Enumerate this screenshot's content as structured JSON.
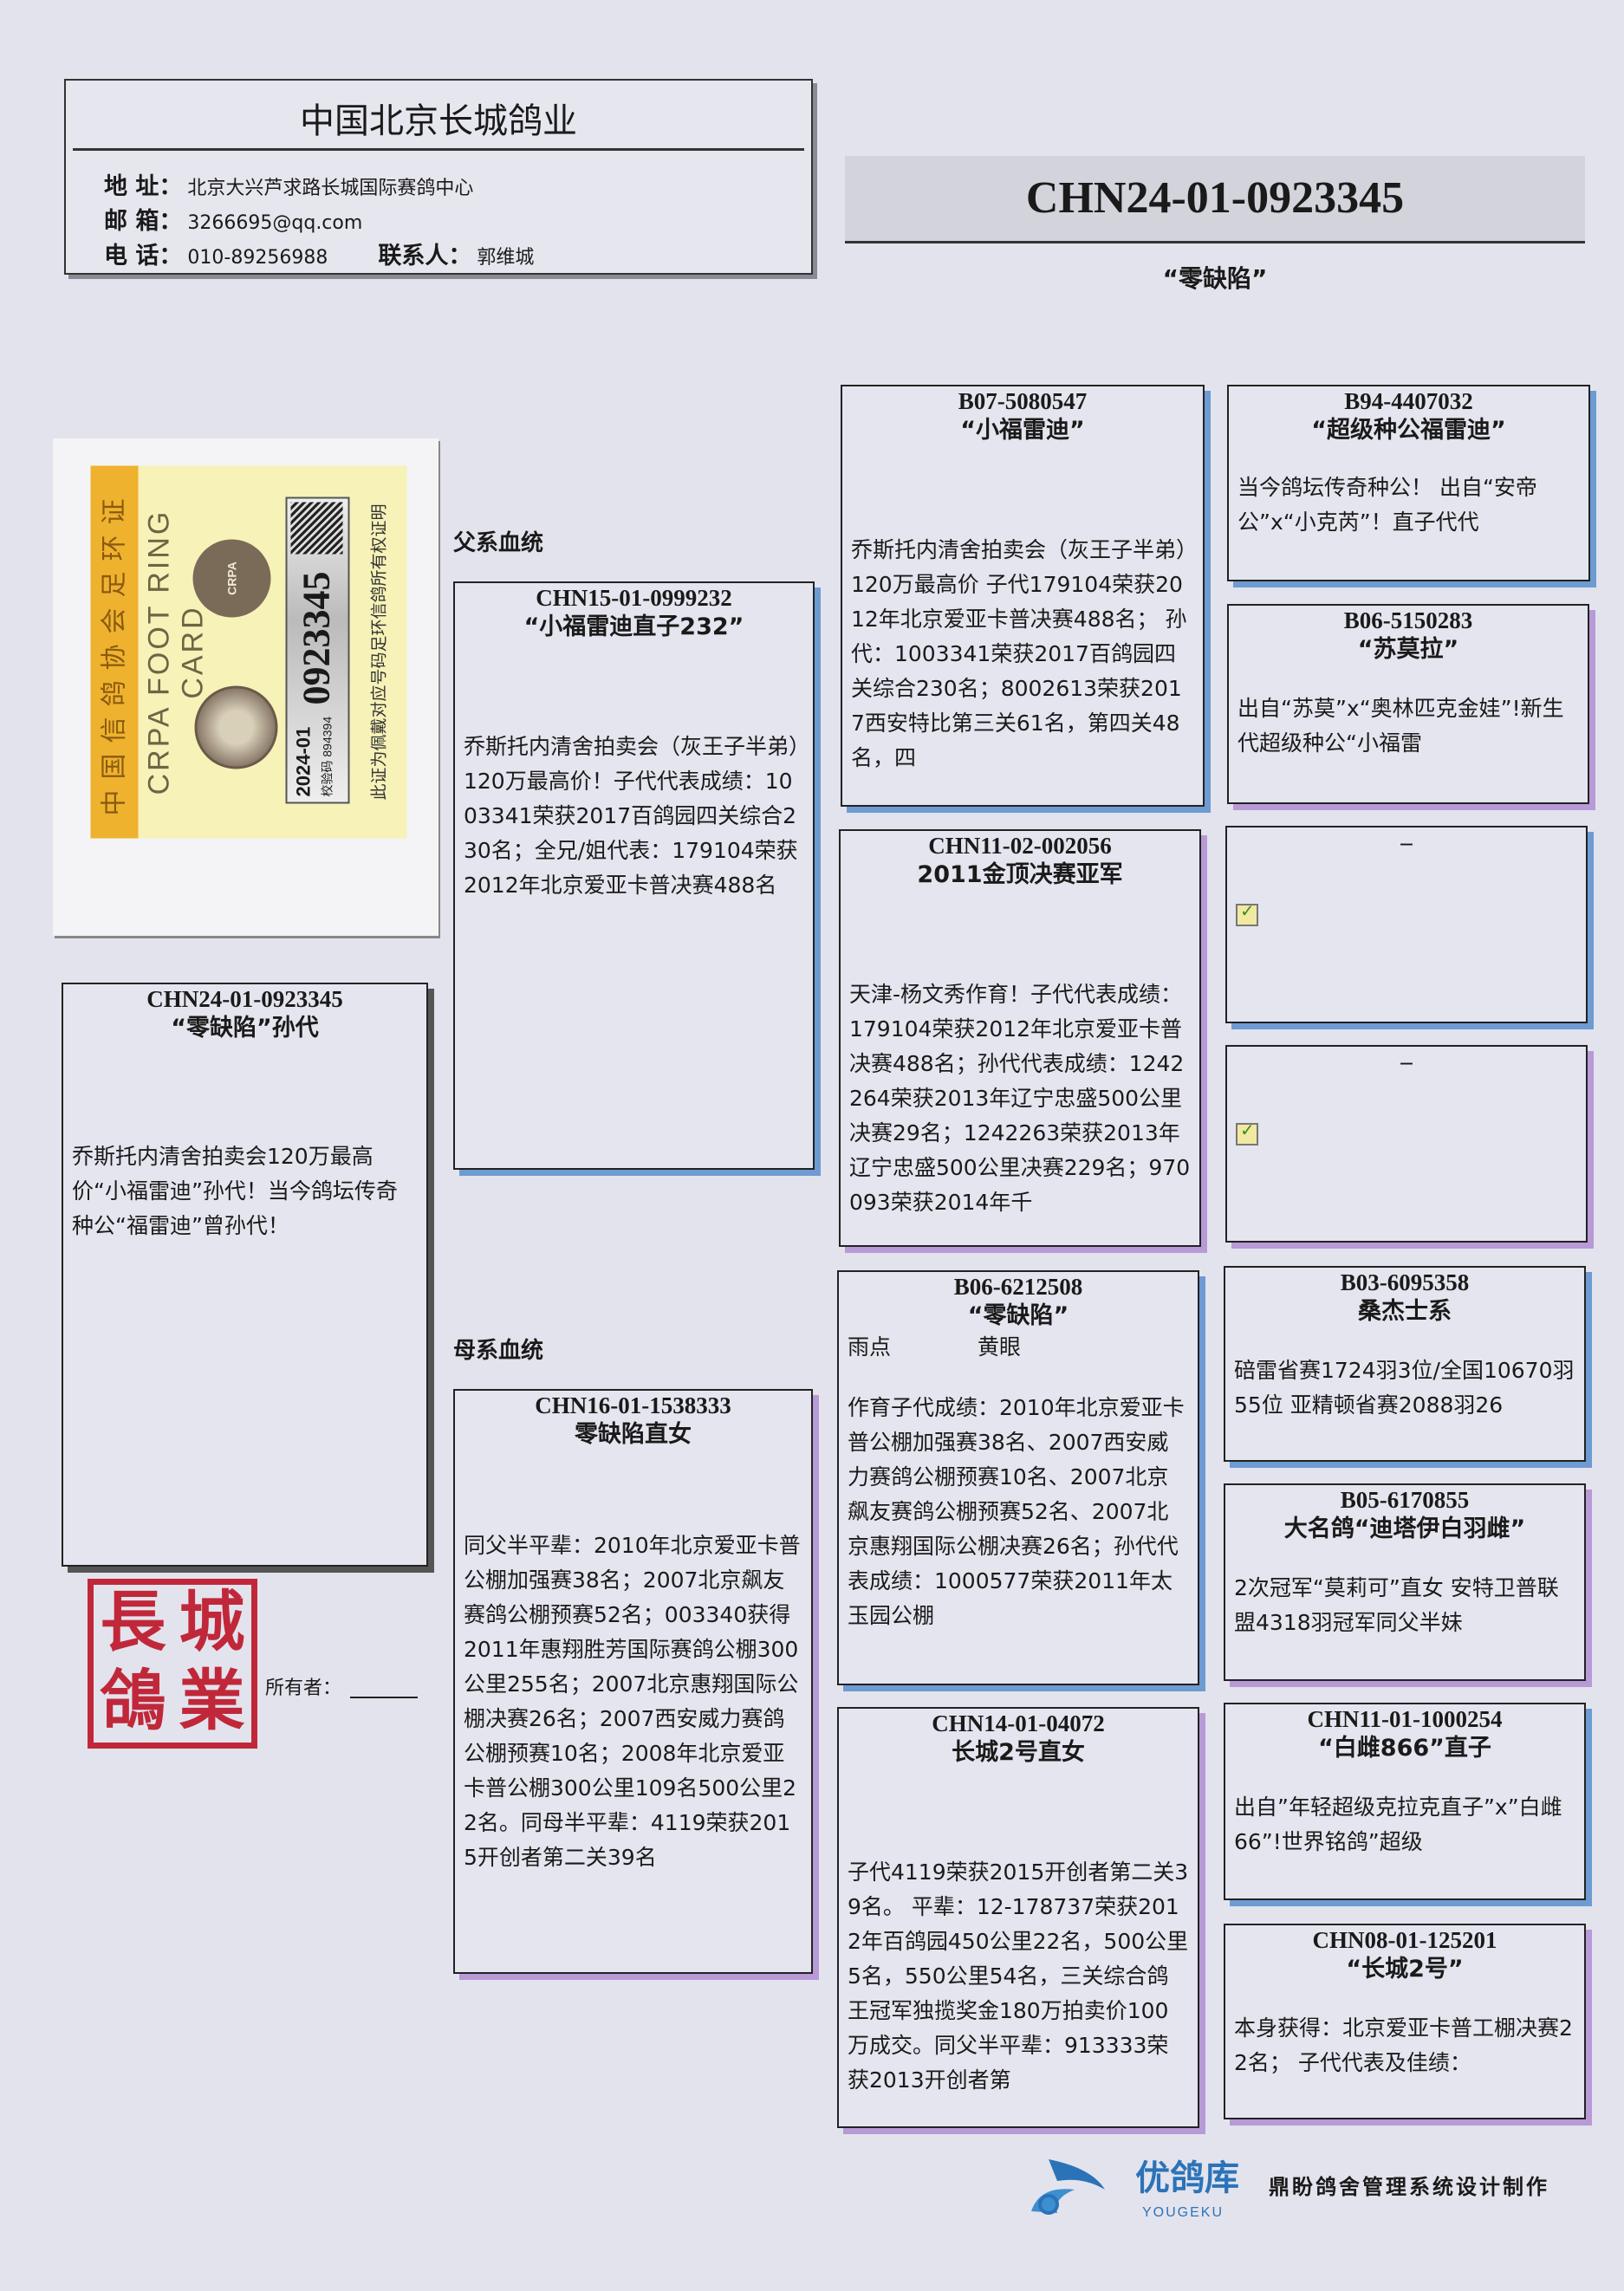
{
  "header": {
    "title": "中国北京长城鸽业",
    "address_label": "地  址：",
    "address": "北京大兴芦求路长城国际赛鸽中心",
    "email_label": "邮  箱：",
    "email": "3266695@qq.com",
    "phone_label": "电  话：",
    "phone": "010-89256988",
    "contact_label": "联系人：",
    "contact": "郭维城"
  },
  "subject": {
    "ring": "CHN24-01-0923345",
    "name": "“零缺陷”"
  },
  "ring_card": {
    "title_cn": "中国信鸽协会足环证",
    "title_en": "CRPA FOOT RING CARD",
    "logo_text": "CRPA",
    "ring_prefix": "2024-01",
    "check_code": "校验码 894394",
    "ring_number": "0923345",
    "note": "此证为佩戴对应号码足环信鸽所有权证明"
  },
  "subject_box": {
    "ring": "CHN24-01-0923345",
    "name": "“零缺陷”孙代",
    "desc": "乔斯托内清舍拍卖会120万最高价“小福雷迪”孙代！当今鸽坛传奇种公“福雷迪”曾孙代！"
  },
  "owner": {
    "stamp": "長城鴿業",
    "label": "所有者："
  },
  "sections": {
    "sire": "父系血统",
    "dam": "母系血统"
  },
  "pedigree": {
    "sire": {
      "ring": "CHN15-01-0999232",
      "name": "“小福雷迪直子232”",
      "desc": "乔斯托内清舍拍卖会（灰王子半弟）120万最高价！子代代表成绩：1003341荣获2017百鸽园四关综合230名；全兄/姐代表：179104荣获2012年北京爱亚卡普决赛488名"
    },
    "dam": {
      "ring": "CHN16-01-1538333",
      "name": "零缺陷直女",
      "desc": "同父半平辈：2010年北京爱亚卡普公棚加强赛38名；2007北京飙友赛鸽公棚预赛52名；003340获得2011年惠翔胜芳国际赛鸽公棚300公里255名；2007北京惠翔国际公棚决赛26名；2007西安威力赛鸽公棚预赛10名；2008年北京爱亚卡普公棚300公里109名500公里22名。同母半平辈：4119荣获2015开创者第二关39名"
    },
    "gen3": [
      {
        "ring": "B07-5080547",
        "name": "“小福雷迪”",
        "desc": "乔斯托内清舍拍卖会（灰王子半弟）120万最高价 子代179104荣获2012年北京爱亚卡普决赛488名； 孙代：1003341荣获2017百鸽园四关综合230名；8002613荣获2017西安特比第三关61名，第四关48名，四"
      },
      {
        "ring": "CHN11-02-002056",
        "name": "2011金顶决赛亚军",
        "desc": "天津-杨文秀作育！子代代表成绩：179104荣获2012年北京爱亚卡普决赛488名；孙代代表成绩：1242264荣获2013年辽宁忠盛500公里决赛29名；1242263荣获2013年辽宁忠盛500公里决赛229名；970093荣获2014年千"
      },
      {
        "ring": "B06-6212508",
        "name": "“零缺陷”",
        "color": "雨点",
        "eye": "黄眼",
        "desc": "作育子代成绩：2010年北京爱亚卡普公棚加强赛38名、2007西安威力赛鸽公棚预赛10名、2007北京飙友赛鸽公棚预赛52名、2007北京惠翔国际公棚决赛26名；孙代代表成绩：1000577荣获2011年太玉园公棚"
      },
      {
        "ring": "CHN14-01-04072",
        "name": "长城2号直女",
        "desc": "子代4119荣获2015开创者第二关39名。 平辈：12-178737荣获2012年百鸽园450公里22名，500公里5名，550公里54名，三关综合鸽王冠军独揽奖金180万拍卖价100万成交。同父半平辈：913333荣获2013开创者第"
      }
    ],
    "gen4": [
      {
        "ring": "B94-4407032",
        "name": "“超级种公福雷迪”",
        "desc": "当今鸽坛传奇种公！ 出自“安帝公”x“小克芮”！直子代代"
      },
      {
        "ring": "B06-5150283",
        "name": "“苏莫拉”",
        "desc": "出自“苏莫”x“奥林匹克金娃”!新生代超级种公“小福雷"
      },
      {
        "ring": "–"
      },
      {
        "ring": "–"
      },
      {
        "ring": "B03-6095358",
        "name": "桑杰士系",
        "desc": "碚雷省赛1724羽3位/全国10670羽55位 亚精顿省赛2088羽26"
      },
      {
        "ring": "B05-6170855",
        "name": "大名鸽“迪塔伊白羽雌”",
        "desc": "2次冠军“莫莉可”直女 安特卫普联盟4318羽冠军同父半妹"
      },
      {
        "ring": "CHN11-01-1000254",
        "name": "“白雌866”直子",
        "desc": "出自”年轻超级克拉克直子”x”白雌66”!世界铭鸽”超级"
      },
      {
        "ring": "CHN08-01-125201",
        "name": "“长城2号”",
        "desc": "本身获得：北京爱亚卡普工棚决赛22名； 子代代表及佳绩："
      }
    ]
  },
  "footer": {
    "brand": "优鸽库",
    "brand_en": "YOUGEKU",
    "credit": "鼎盼鸽舍管理系统设计制作"
  },
  "colors": {
    "background": "#e3e3ed",
    "shadow_blue": "#6d9bd2",
    "shadow_purple": "#b79ad6",
    "stamp_red": "#c0283a",
    "brand_blue": "#2b73b8"
  }
}
